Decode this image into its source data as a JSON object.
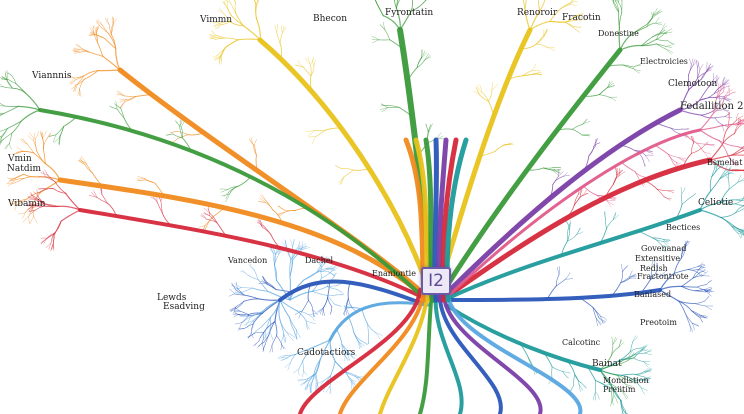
{
  "diagram": {
    "center_badge": "I2",
    "labels_top": [
      {
        "text": "Vimmn"
      },
      {
        "text": "Bhecon"
      },
      {
        "text": "Fyrontatin"
      },
      {
        "text": "Renoroir"
      },
      {
        "text": "Fracotin"
      }
    ],
    "labels_left": [
      {
        "text": "Viannnis"
      },
      {
        "text": "Vmin"
      },
      {
        "text": "Natdim"
      },
      {
        "text": "Vibamin"
      },
      {
        "text": "Lewds"
      },
      {
        "text": "Esadving"
      }
    ],
    "labels_right": [
      {
        "text": "Donestine"
      },
      {
        "text": "Electroicies"
      },
      {
        "text": "Clemotoon"
      },
      {
        "text": "Fedallition 2"
      },
      {
        "text": "Bsmeliat"
      },
      {
        "text": "Celiotie"
      },
      {
        "text": "Bectices"
      },
      {
        "text": "Govenanad"
      },
      {
        "text": "Extensitive"
      },
      {
        "text": "Redish"
      },
      {
        "text": "Fractontrote"
      },
      {
        "text": "Banlased"
      },
      {
        "text": "Preotoim"
      },
      {
        "text": "Calcotinc"
      },
      {
        "text": "Bainat"
      },
      {
        "text": "Mondlstion"
      },
      {
        "text": "Preiitim"
      }
    ],
    "labels_center": [
      {
        "text": "Vancedon"
      },
      {
        "text": "Dachel"
      },
      {
        "text": "Enaniontie"
      },
      {
        "text": "Cadotactiors"
      }
    ],
    "branch_colors": {
      "red": "#d6283a",
      "orange": "#f08a1c",
      "yellow": "#e8c21a",
      "green": "#3a9a3a",
      "teal": "#1e9a9a",
      "blue": "#2a56b8",
      "purple": "#7a3ea8",
      "pink": "#e05a8a",
      "light_blue": "#5aa6e0"
    }
  }
}
